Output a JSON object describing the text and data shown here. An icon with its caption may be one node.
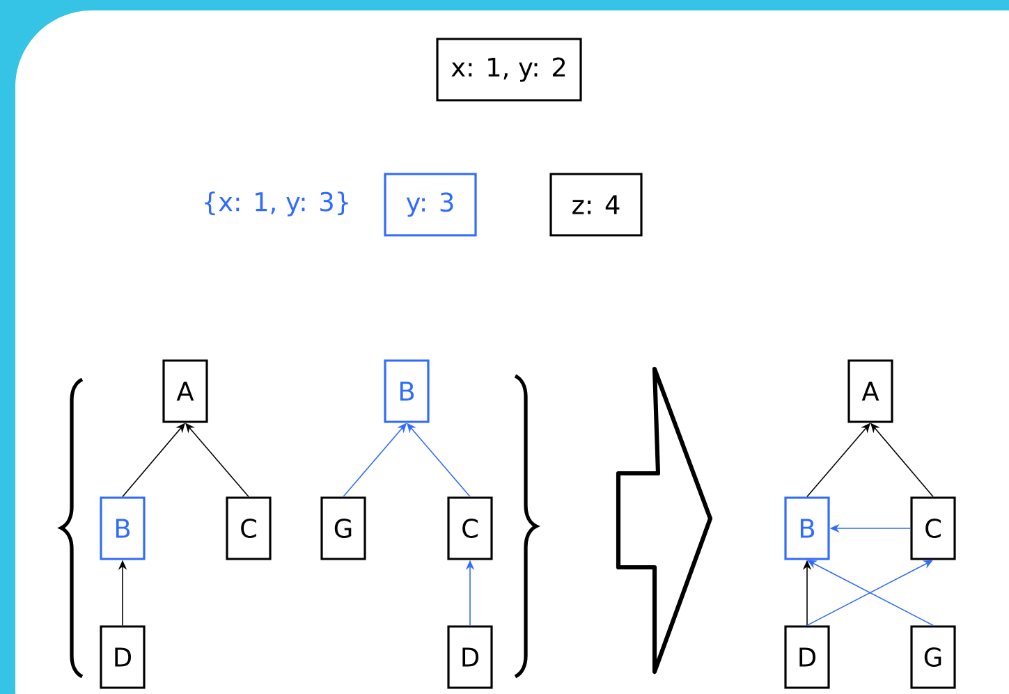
{
  "diagram": {
    "nodes": [
      {
        "text": [
          "x: 1, y: 2"
        ]
      },
      {
        "text": [
          "y: 3"
        ]
      },
      {
        "text": [
          "z: 4"
        ]
      },
      {
        "text": [
          "A"
        ]
      },
      {
        "text": [
          "B"
        ]
      },
      {
        "text": [
          "C"
        ]
      },
      {
        "text": [
          "D"
        ]
      },
      {
        "text": [
          "B"
        ]
      },
      {
        "text": [
          "G"
        ]
      },
      {
        "text": [
          "C"
        ]
      },
      {
        "text": [
          "D"
        ]
      },
      {
        "text": [
          "A"
        ]
      },
      {
        "text": [
          "B"
        ]
      },
      {
        "text": [
          "C"
        ]
      },
      {
        "text": [
          "D"
        ]
      },
      {
        "text": [
          "G"
        ]
      }
    ],
    "edges": [
      {
        "from": 4,
        "to": 3,
        "arrow": "to"
      },
      {
        "from": 5,
        "to": 3,
        "arrow": "to"
      },
      {
        "from": 6,
        "to": 4,
        "arrow": "to"
      },
      {
        "from": 8,
        "to": 7,
        "arrow": "to",
        "color": "#2f6bff"
      },
      {
        "from": 9,
        "to": 7,
        "arrow": "to",
        "color": "#2f6bff"
      },
      {
        "from": 10,
        "to": 9,
        "arrow": "to",
        "color": "#2f6bff"
      },
      {
        "from": 12,
        "to": 11,
        "arrow": "to"
      },
      {
        "from": 13,
        "to": 11,
        "arrow": "to"
      },
      {
        "from": 13,
        "to": 12,
        "arrow": "to",
        "color": "#2f6bff"
      },
      {
        "from": 14,
        "to": 12,
        "arrow": "to"
      },
      {
        "from": 14,
        "to": 13,
        "arrow": "to",
        "color": "#2f6bff"
      },
      {
        "from": 15,
        "to": 12,
        "arrow": "to",
        "color": "#2f6bff"
      }
    ],
    "labels": [
      "{x: 1, y: 3}"
    ]
  }
}
